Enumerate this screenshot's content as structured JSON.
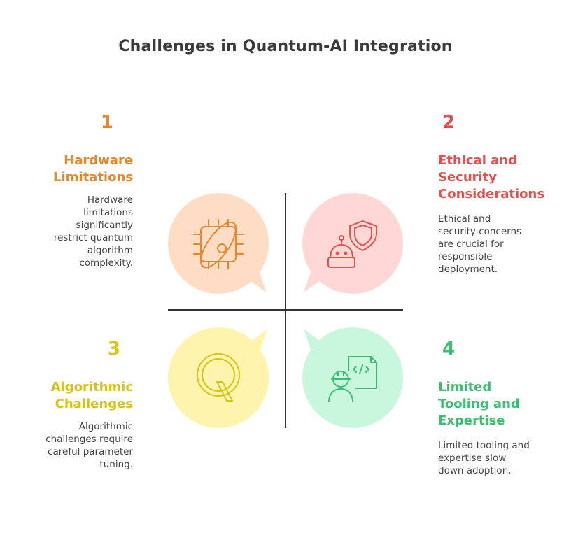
{
  "title": "Challenges in Quantum-AI Integration",
  "colors": {
    "q1_accent": "#E8872E",
    "q1_fill": "#FFDCC4",
    "q2_accent": "#E5514F",
    "q2_fill": "#FFD8D6",
    "q3_accent": "#D9C315",
    "q3_fill": "#FFF4AD",
    "q4_accent": "#3CBF73",
    "q4_fill": "#C9F7DE"
  },
  "quadrants": [
    {
      "number": "1",
      "heading": [
        "Hardware",
        "Limitations"
      ],
      "description": [
        "Hardware",
        "limitations",
        "significantly",
        "restrict quantum",
        "algorithm",
        "complexity."
      ],
      "icon": "quantum-chip-icon"
    },
    {
      "number": "2",
      "heading": [
        "Ethical and",
        "Security",
        "Considerations"
      ],
      "description": [
        "Ethical and",
        "security concerns",
        "are crucial for",
        "responsible",
        "deployment."
      ],
      "icon": "robot-shield-icon"
    },
    {
      "number": "3",
      "heading": [
        "Algorithmic",
        "Challenges"
      ],
      "description": [
        "Algorithmic",
        "challenges require",
        "careful parameter",
        "tuning."
      ],
      "icon": "letter-q-icon"
    },
    {
      "number": "4",
      "heading": [
        "Limited",
        "Tooling and",
        "Expertise"
      ],
      "description": [
        "Limited tooling and",
        "expertise slow",
        "down adoption."
      ],
      "icon": "developer-code-icon"
    }
  ]
}
